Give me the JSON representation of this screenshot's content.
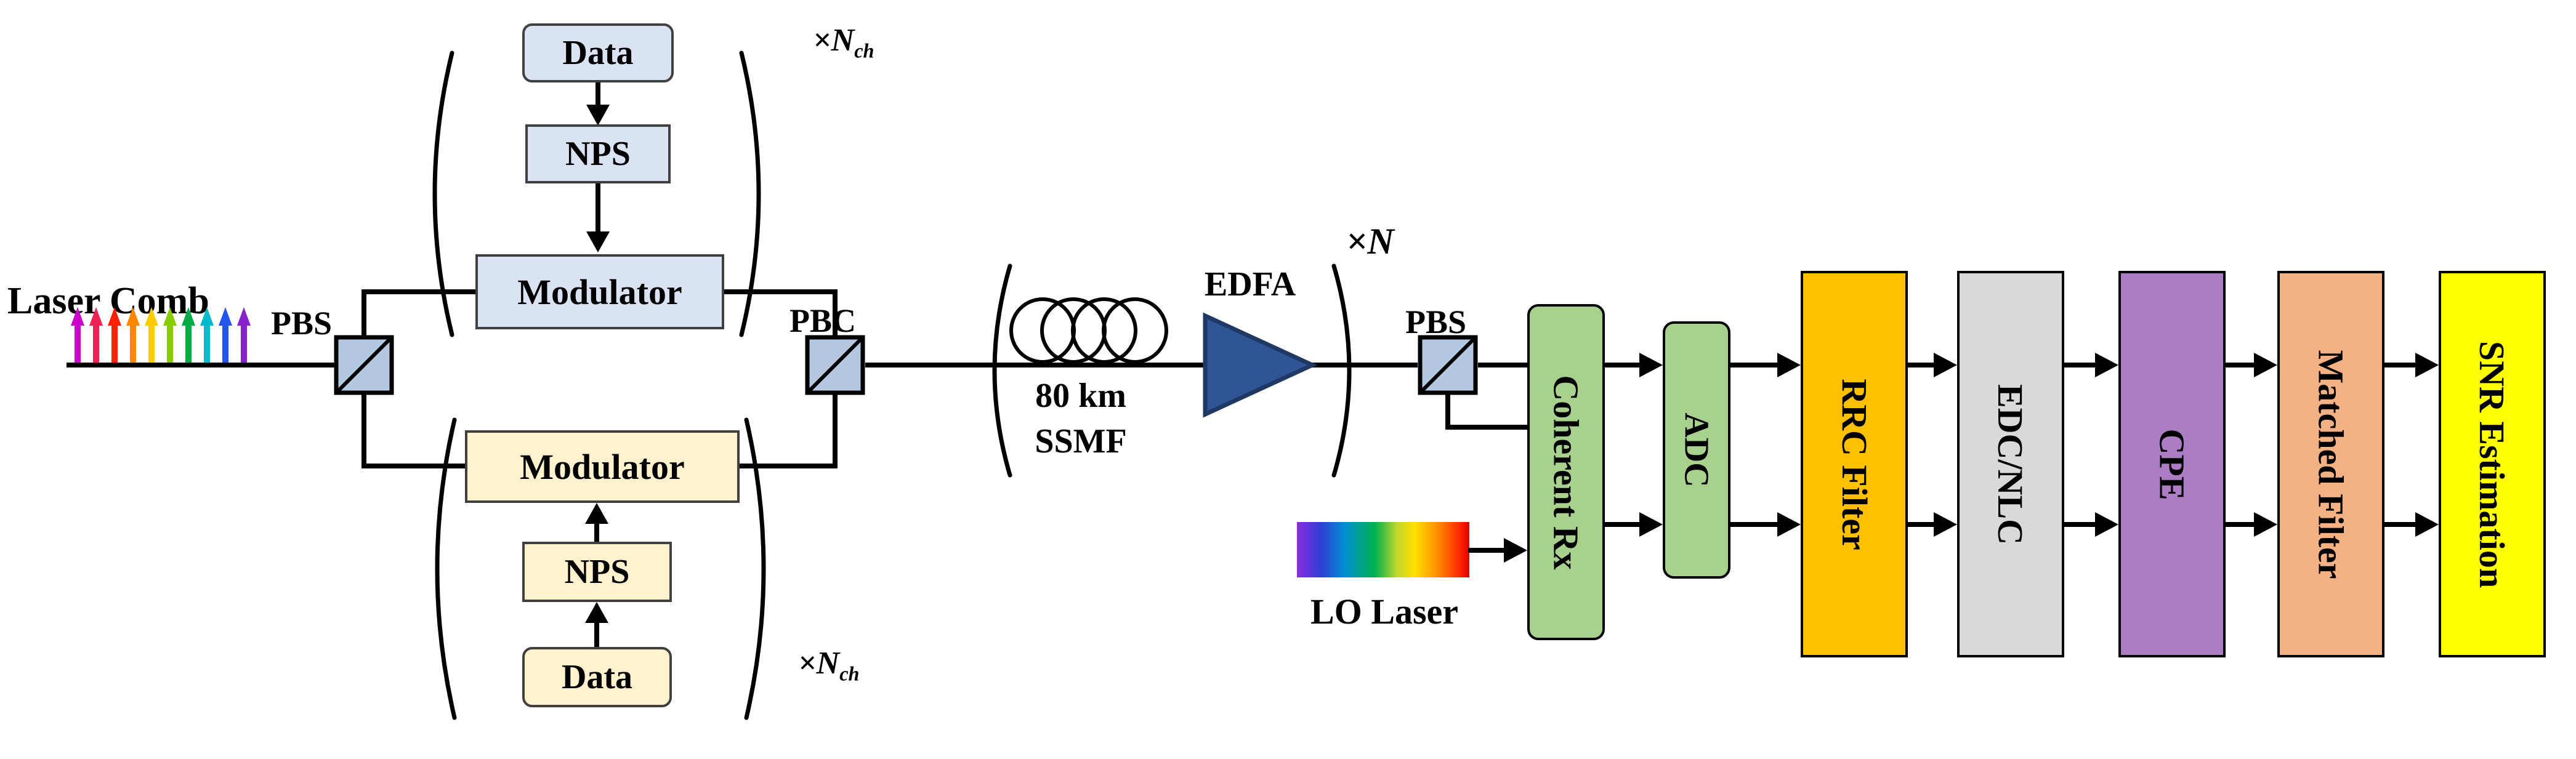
{
  "colors": {
    "box_blue": "#dae3f3",
    "box_yellow": "#fff2cc",
    "splitter_fill": "#b4c7e0",
    "edfa_fill": "#2f5597",
    "green": "#a9d18e",
    "rrc_orange": "#ffc000",
    "edc_gray": "#d9d9d9",
    "cpe_purple": "#ac7cc4",
    "matched_peach": "#f4b183",
    "snr_yellow": "#ffff00"
  },
  "comb_colors": [
    "#cc00cc",
    "#ee2255",
    "#ff2200",
    "#ff8800",
    "#ffcc00",
    "#88cc00",
    "#00aa44",
    "#00bbcc",
    "#2255ee",
    "#8822cc"
  ],
  "lo_gradient": [
    "#8a2be2 0%",
    "#2e3fd4 14%",
    "#0090d0 28%",
    "#00b050 45%",
    "#bfd730 58%",
    "#ffe100 68%",
    "#ff9900 80%",
    "#ff2a00 94%",
    "#e00000 100%"
  ],
  "source": {
    "label": "Laser Comb"
  },
  "splitters": {
    "pbs1": "PBS",
    "pbc": "PBC",
    "pbs2": "PBS"
  },
  "tx_upper": {
    "data": "Data",
    "nps": "NPS",
    "modulator": "Modulator"
  },
  "tx_lower": {
    "data": "Data",
    "nps": "NPS",
    "modulator": "Modulator"
  },
  "channel_mult": {
    "prefix": "×N",
    "sub": "ch"
  },
  "span_mult": {
    "label": "×N"
  },
  "fiber": {
    "line1": "80 km",
    "line2": "SSMF"
  },
  "edfa": {
    "label": "EDFA"
  },
  "lo": {
    "label": "LO Laser"
  },
  "rx_chain": [
    {
      "label": "Coherent Rx"
    },
    {
      "label": "ADC"
    },
    {
      "label": "RRC Filter"
    },
    {
      "label": "EDC/NLC"
    },
    {
      "label": "CPE"
    },
    {
      "label": "Matched Filter"
    },
    {
      "label": "SNR Estimation"
    }
  ]
}
